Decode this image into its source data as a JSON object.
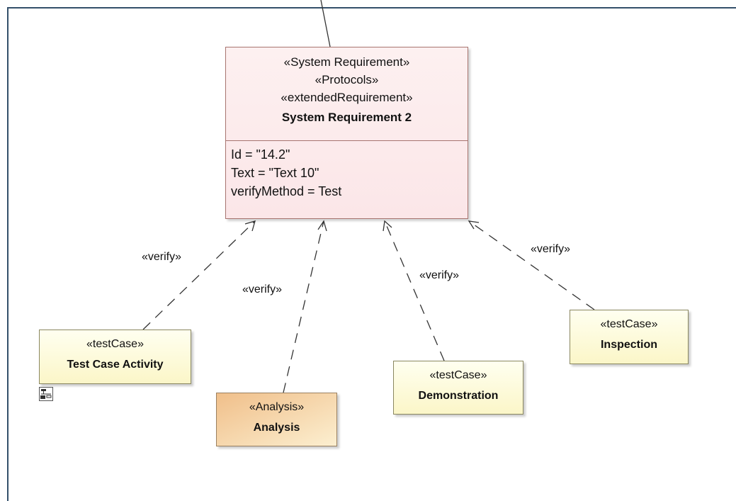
{
  "requirement": {
    "stereotypes": [
      "«System Requirement»",
      "«Protocols»",
      "«extendedRequirement»"
    ],
    "name": "System Requirement 2",
    "attributes": [
      "Id = \"14.2\"",
      "Text = \"Text 10\"",
      "verifyMethod = Test"
    ]
  },
  "test_cases": [
    {
      "stereotype": "«testCase»",
      "name": "Test Case Activity"
    },
    {
      "stereotype": "«Analysis»",
      "name": "Analysis"
    },
    {
      "stereotype": "«testCase»",
      "name": "Demonstration"
    },
    {
      "stereotype": "«testCase»",
      "name": "Inspection"
    }
  ],
  "relations": [
    {
      "label": "«verify»"
    },
    {
      "label": "«verify»"
    },
    {
      "label": "«verify»"
    },
    {
      "label": "«verify»"
    }
  ],
  "colors": {
    "requirement_fill": "#fbe6e8",
    "requirement_border": "#a7746f",
    "testcase_fill": "#fbf6c8",
    "analysis_fill": "#f0bf8a",
    "frame": "#34506a"
  },
  "icons": {
    "activity": "activity-diagram-icon"
  }
}
